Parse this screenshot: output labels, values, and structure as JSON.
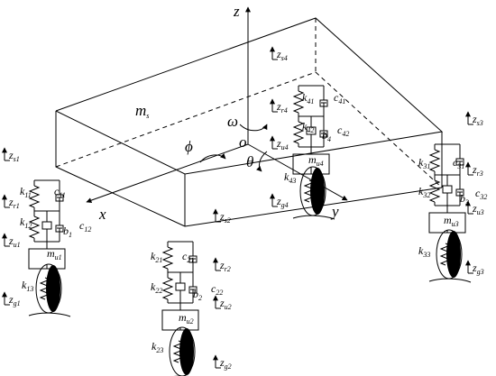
{
  "axes": {
    "z": "z",
    "x": "x",
    "y": "y",
    "origin": "o",
    "omega": "ω",
    "phi": "ϕ",
    "theta": "θ"
  },
  "body": {
    "label": "m",
    "sub": "s"
  },
  "symbols": {
    "zs1": {
      "m": "z",
      "s": "s1"
    },
    "zs2": {
      "m": "z",
      "s": "s2"
    },
    "zs3": {
      "m": "z",
      "s": "s3"
    },
    "zs4": {
      "m": "z",
      "s": "s4"
    },
    "zr1": {
      "m": "z",
      "s": "r1"
    },
    "zr2": {
      "m": "z",
      "s": "r2"
    },
    "zr3": {
      "m": "z",
      "s": "r3"
    },
    "zr4": {
      "m": "z",
      "s": "r4"
    },
    "zu1": {
      "m": "z",
      "s": "u1"
    },
    "zu2": {
      "m": "z",
      "s": "u2"
    },
    "zu3": {
      "m": "z",
      "s": "u3"
    },
    "zu4": {
      "m": "z",
      "s": "u4"
    },
    "zg1": {
      "m": "z",
      "s": "g1"
    },
    "zg2": {
      "m": "z",
      "s": "g2"
    },
    "zg3": {
      "m": "z",
      "s": "g3"
    },
    "zg4": {
      "m": "z",
      "s": "g4"
    },
    "k11": {
      "m": "k",
      "s": "11"
    },
    "k12": {
      "m": "k",
      "s": "12"
    },
    "k13": {
      "m": "k",
      "s": "13"
    },
    "k21": {
      "m": "k",
      "s": "21"
    },
    "k22": {
      "m": "k",
      "s": "22"
    },
    "k23": {
      "m": "k",
      "s": "23"
    },
    "k31": {
      "m": "k",
      "s": "31"
    },
    "k32": {
      "m": "k",
      "s": "32"
    },
    "k33": {
      "m": "k",
      "s": "33"
    },
    "k41": {
      "m": "k",
      "s": "41"
    },
    "k42": {
      "m": "k",
      "s": "42"
    },
    "k43": {
      "m": "k",
      "s": "43"
    },
    "c11": {
      "m": "c",
      "s": "11"
    },
    "c12": {
      "m": "c",
      "s": "12"
    },
    "c21": {
      "m": "c",
      "s": "21"
    },
    "c22": {
      "m": "c",
      "s": "22"
    },
    "c31": {
      "m": "c",
      "s": "31"
    },
    "c32": {
      "m": "c",
      "s": "32"
    },
    "c41": {
      "m": "c",
      "s": "41"
    },
    "c42": {
      "m": "c",
      "s": "42"
    },
    "b1": {
      "m": "b",
      "s": "1"
    },
    "b2": {
      "m": "b",
      "s": "2"
    },
    "b3": {
      "m": "b",
      "s": "3"
    },
    "b4": {
      "m": "b",
      "s": "4"
    },
    "mu1": {
      "m": "m",
      "s": "u1"
    },
    "mu2": {
      "m": "m",
      "s": "u2"
    },
    "mu3": {
      "m": "m",
      "s": "u3"
    },
    "mu4": {
      "m": "m",
      "s": "u4"
    }
  }
}
